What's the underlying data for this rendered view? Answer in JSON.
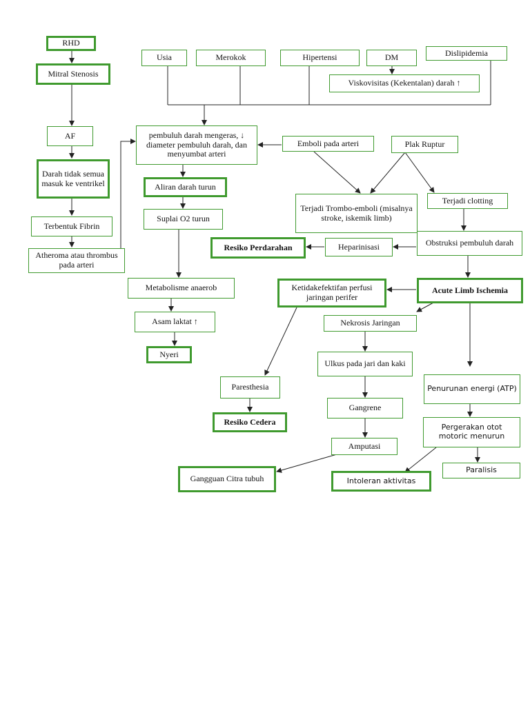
{
  "nodes": {
    "rhd": "RHD",
    "mitral": "Mitral Stenosis",
    "af": "AF",
    "darah_tidak": "Darah tidak semua masuk ke ventrikel",
    "fibrin": "Terbentuk Fibrin",
    "atheroma": "Atheroma atau thrombus pada arteri",
    "usia": "Usia",
    "merokok": "Merokok",
    "hipertensi": "Hipertensi",
    "dm": "DM",
    "dislipidemia": "Dislipidemia",
    "viskositas": "Viskovisitas (Kekentalan) darah ↑",
    "pembuluh": "pembuluh darah mengeras, ↓ diameter pembuluh darah, dan menyumbat arteri",
    "emboli": "Emboli pada arteri",
    "plak": "Plak Ruptur",
    "aliran": "Aliran darah turun",
    "suplai": "Suplai O2 turun",
    "trombo": "Terjadi Trombo-emboli (misalnya stroke, iskemik limb)",
    "clotting": "Terjadi clotting",
    "resiko_perdarahan": "Resiko Perdarahan",
    "heparinisasi": "Heparinisasi",
    "obstruksi": "Obstruksi pembuluh darah",
    "metabolisme": "Metabolisme anaerob",
    "ketidakefektifan": "Ketidakefektifan perfusi jaringan perifer",
    "acute": "Acute Limb Ischemia",
    "asam": "Asam laktat ↑",
    "nekrosis": "Nekrosis Jaringan",
    "nyeri": "Nyeri",
    "ulkus": "Ulkus pada jari dan kaki",
    "penurunan": "Penurunan energi (ATP)",
    "paresthesia": "Paresthesia",
    "gangrene": "Gangrene",
    "resiko_cedera": "Resiko Cedera",
    "pergerakan": "Pergerakan otot motoric menurun",
    "amputasi": "Amputasi",
    "paralisis": "Paralisis",
    "gangguan": "Gangguan Citra tubuh",
    "intoleran": "Intoleran aktivitas"
  },
  "colors": {
    "box_border": "#3f9a2e",
    "line": "#222222"
  }
}
